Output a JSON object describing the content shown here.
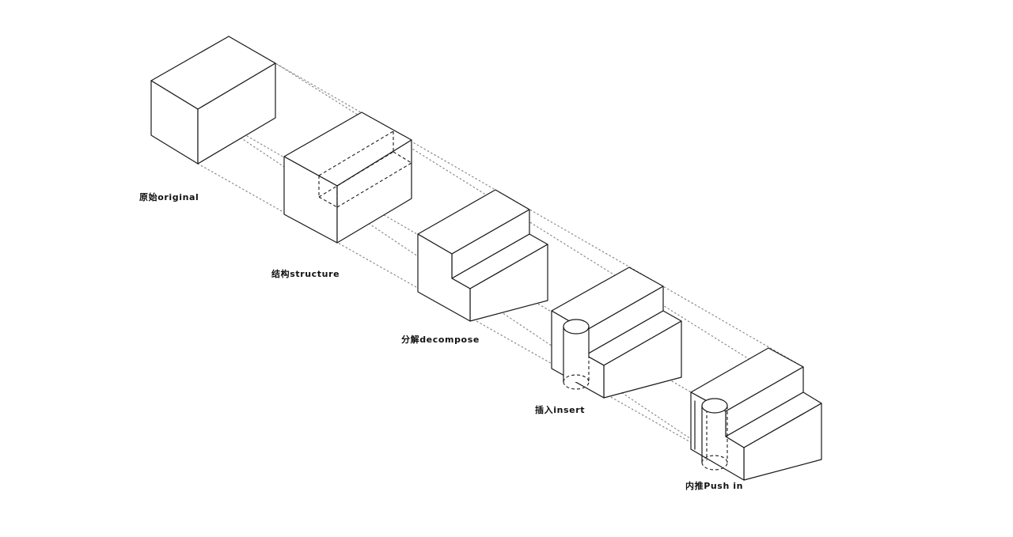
{
  "stages": [
    {
      "key": "original",
      "zh": "原始",
      "en": "original"
    },
    {
      "key": "structure",
      "zh": "结构",
      "en": "structure"
    },
    {
      "key": "decompose",
      "zh": "分解",
      "en": "decompose"
    },
    {
      "key": "insert",
      "zh": "插入",
      "en": "insert"
    },
    {
      "key": "pushin",
      "zh": "内推",
      "en": "Push in"
    }
  ]
}
